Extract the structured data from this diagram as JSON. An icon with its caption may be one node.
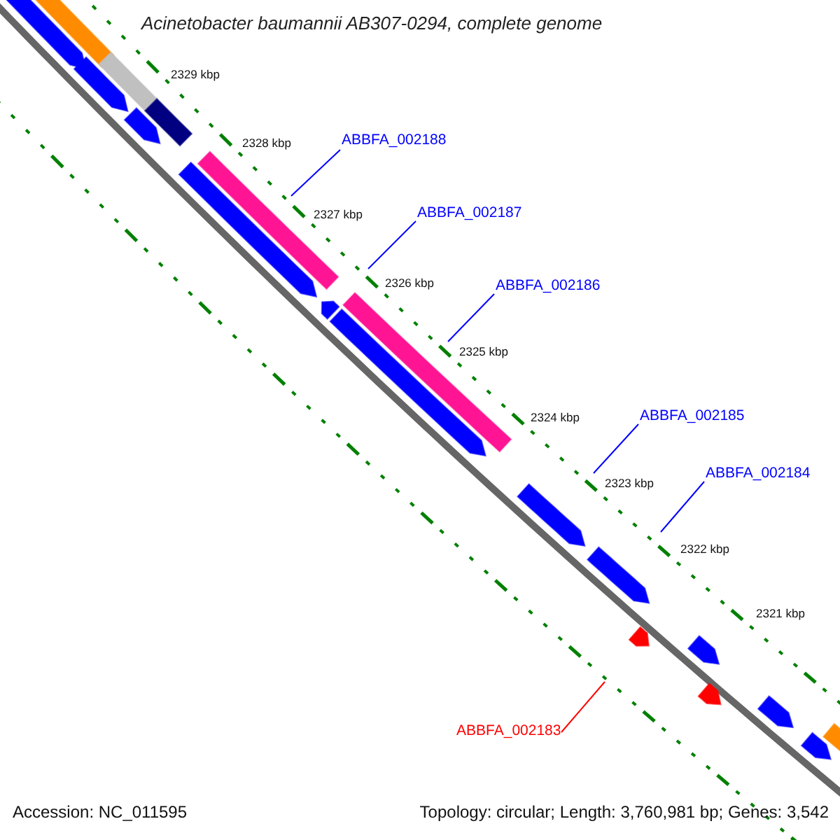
{
  "diagram": {
    "title": "Acinetobacter baumannii AB307-0294, complete genome",
    "nodes": [
      {
        "text": [
          "ABBFA_002188"
        ]
      },
      {
        "text": [
          "ABBFA_002187"
        ]
      },
      {
        "text": [
          "ABBFA_002186"
        ]
      },
      {
        "text": [
          "ABBFA_002185"
        ]
      },
      {
        "text": [
          "ABBFA_002184"
        ]
      },
      {
        "text": [
          "ABBFA_002183"
        ]
      }
    ],
    "edges": [
      {
        "from": 0,
        "to": null,
        "arrow": "none"
      },
      {
        "from": 1,
        "to": null,
        "arrow": "none"
      },
      {
        "from": 2,
        "to": null,
        "arrow": "none"
      },
      {
        "from": 3,
        "to": null,
        "arrow": "none"
      },
      {
        "from": 4,
        "to": null,
        "arrow": "none"
      },
      {
        "from": 5,
        "to": null,
        "arrow": "none",
        "color": "#ff0000"
      }
    ],
    "labels": [
      "2329 kbp",
      "2328 kbp",
      "2327 kbp",
      "2326 kbp",
      "2325 kbp",
      "2324 kbp",
      "2323 kbp",
      "2322 kbp",
      "2321 kbp",
      "Accession: NC_011595",
      "Topology: circular; Length: 3,760,981 bp; Genes: 3,542"
    ]
  }
}
